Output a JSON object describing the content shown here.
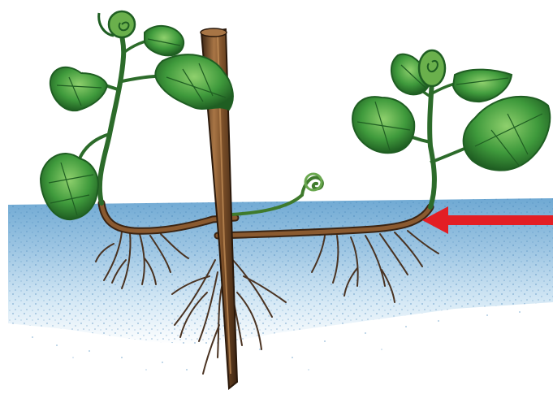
{
  "diagram": {
    "colors": {
      "background": "#ffffff",
      "soil_top": "#7fb3d8",
      "soil_mid": "#a9cde6",
      "soil_bottom": "#eaf4fb",
      "soil_speckle": "#3f7fb5",
      "stem_brown": "#6b4423",
      "stem_dark": "#3b2412",
      "stem_light": "#a87545",
      "leaf_green": "#3f9a3c",
      "leaf_dark": "#1f5e22",
      "leaf_light": "#8fd06d",
      "root_color": "#4a3322",
      "arrow_red": "#e31e24"
    },
    "parts": [
      "parent-plant-stake",
      "left-young-plant",
      "right-young-plant",
      "underground-runner",
      "young-runner-tip",
      "root-clusters",
      "pointer-arrow"
    ]
  }
}
